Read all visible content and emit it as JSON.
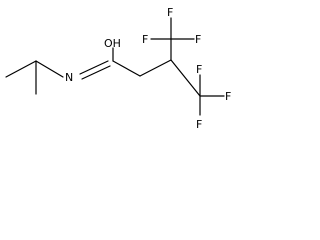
{
  "molecule": {
    "labels": {
      "oh": "OH",
      "n": "N",
      "f1": "F",
      "f2": "F",
      "f3": "F",
      "f4": "F",
      "f5": "F",
      "f6": "F"
    },
    "colors": {
      "bond": "#000000",
      "background": "#ffffff"
    }
  }
}
